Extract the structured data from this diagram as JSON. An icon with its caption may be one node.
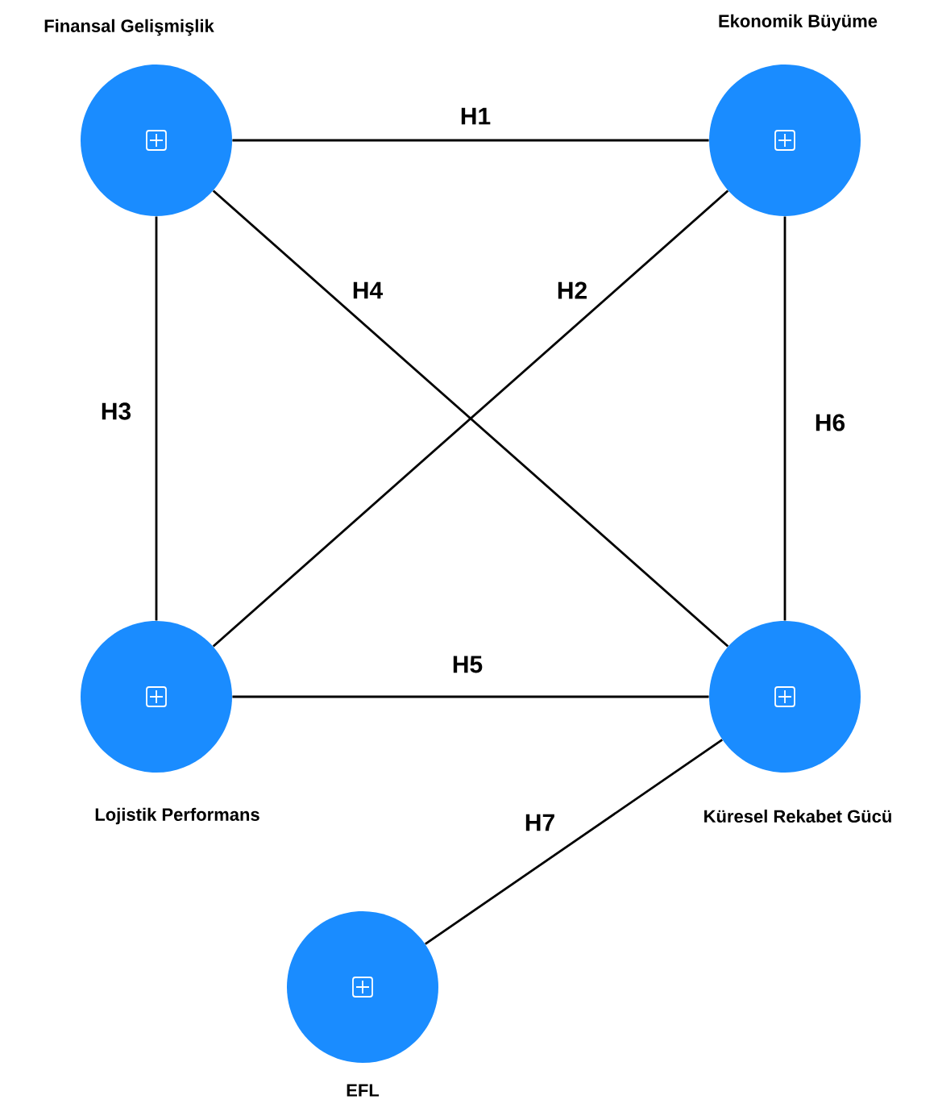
{
  "diagram": {
    "nodes": [
      {
        "text": [
          "Finansal Gelişmişlik"
        ]
      },
      {
        "text": [
          "Ekonomik Büyüme"
        ]
      },
      {
        "text": [
          "Lojistik Performans"
        ]
      },
      {
        "text": [
          "Küresel Rekabet Gücü"
        ]
      },
      {
        "text": [
          "EFL"
        ]
      }
    ],
    "edges": [
      {
        "from": 0,
        "to": 1,
        "arrow": "none",
        "label": "H1"
      },
      {
        "from": 2,
        "to": 1,
        "arrow": "none",
        "label": "H2"
      },
      {
        "from": 0,
        "to": 2,
        "arrow": "none",
        "label": "H3"
      },
      {
        "from": 0,
        "to": 3,
        "arrow": "none",
        "label": "H4"
      },
      {
        "from": 2,
        "to": 3,
        "arrow": "none",
        "label": "H5"
      },
      {
        "from": 1,
        "to": 3,
        "arrow": "none",
        "label": "H6"
      },
      {
        "from": 4,
        "to": 3,
        "arrow": "none",
        "label": "H7"
      }
    ]
  }
}
